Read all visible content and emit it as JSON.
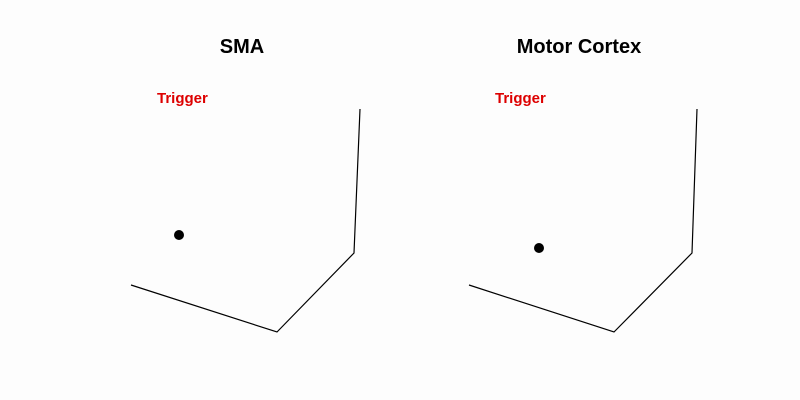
{
  "colors": {
    "background": "#fdfdfd",
    "axis": "#000000",
    "point": "#000000",
    "trigger": "#dd0000",
    "title": "#000000"
  },
  "panels": [
    {
      "title": "SMA",
      "trigger_label": "Trigger"
    },
    {
      "title": "Motor Cortex",
      "trigger_label": "Trigger"
    }
  ]
}
